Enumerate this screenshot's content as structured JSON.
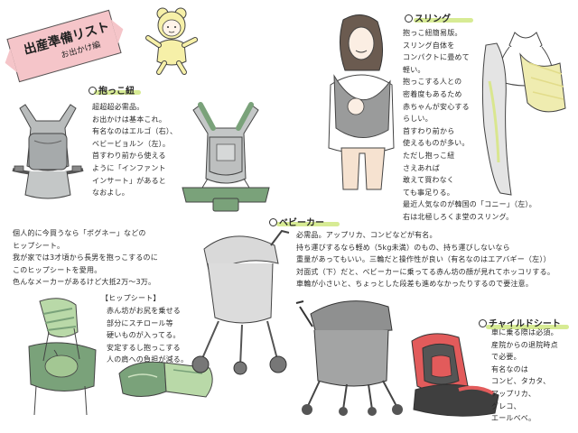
{
  "title": {
    "main": "出産準備リスト",
    "sub": "お出かけ編"
  },
  "sections": {
    "carrier": {
      "heading": "抱っこ紐",
      "body": "超超超必需品。\nお出かけは基本これ。\n有名なのはエルゴ（右）、\nベビービョルン（左）。\n首すわり前から使える\nように「インファント\nインサート」があると\nなおよし。"
    },
    "hipseat": {
      "body": "個人的に今買うなら「ポグネー」などの\nヒップシート。\n我が家では3才頃から長男を抱っこするのに\nこのヒップシートを愛用。\n色んなメーカーがあるけど大抵2万〜3万。",
      "box_label": "【ヒップシート】",
      "box_body": "赤ん坊がお尻を乗せる\n部分にスチロール等\n硬いものが入ってる。\n安定するし抱っこする\n人の肩への負担が減る。"
    },
    "sling": {
      "heading": "スリング",
      "body": "抱っこ紐簡易版。\nスリング自体を\nコンパクトに畳めて\n軽い。\n抱っこする人との\n密着度もあるため\n赤ちゃんが安心する\nらしい。\n首すわり前から\n使えるものが多い。\nただし抱っこ紐\nさえあれば\n敢えて買わなく\nても事足りる。\n最近人気なのが韓国の「コニー」（左）。\n右は北極しろくま堂のスリング。"
    },
    "stroller": {
      "heading": "ベビーカー",
      "body": "必需品。アップリカ、コンビなどが有名。\n持ち運びするなら軽め（5kg未満）のもの、持ち運びしないなら\n重量があってもいい。三輪だと操作性が良い（有名なのはエアバギー（左））\n対面式（下）だと、ベビーカーに乗ってる赤ん坊の顔が見れてホッコリする。\n車輪が小さいと、ちょっとした段差も進めなかったりするので要注意。"
    },
    "carseat": {
      "heading": "チャイルドシート",
      "body": "車に乗る際は必須。\n産院からの退院時点\nで必要。\n有名なのは\nコンビ、タカタ、\nアップリカ、\nグレコ、\nエールベベ。"
    }
  },
  "colors": {
    "ribbon": "#f5c5c9",
    "highlight": "#d5ea8e",
    "carrier_green": "#7aa27a",
    "carrier_grey": "#b9bcbc",
    "seat_red": "#e25b5b",
    "sling_yellow": "#efecb0",
    "bear_yellow": "#f6f0a8"
  },
  "icons": [
    "bear-baby-icon",
    "circle-bullet-icon"
  ]
}
